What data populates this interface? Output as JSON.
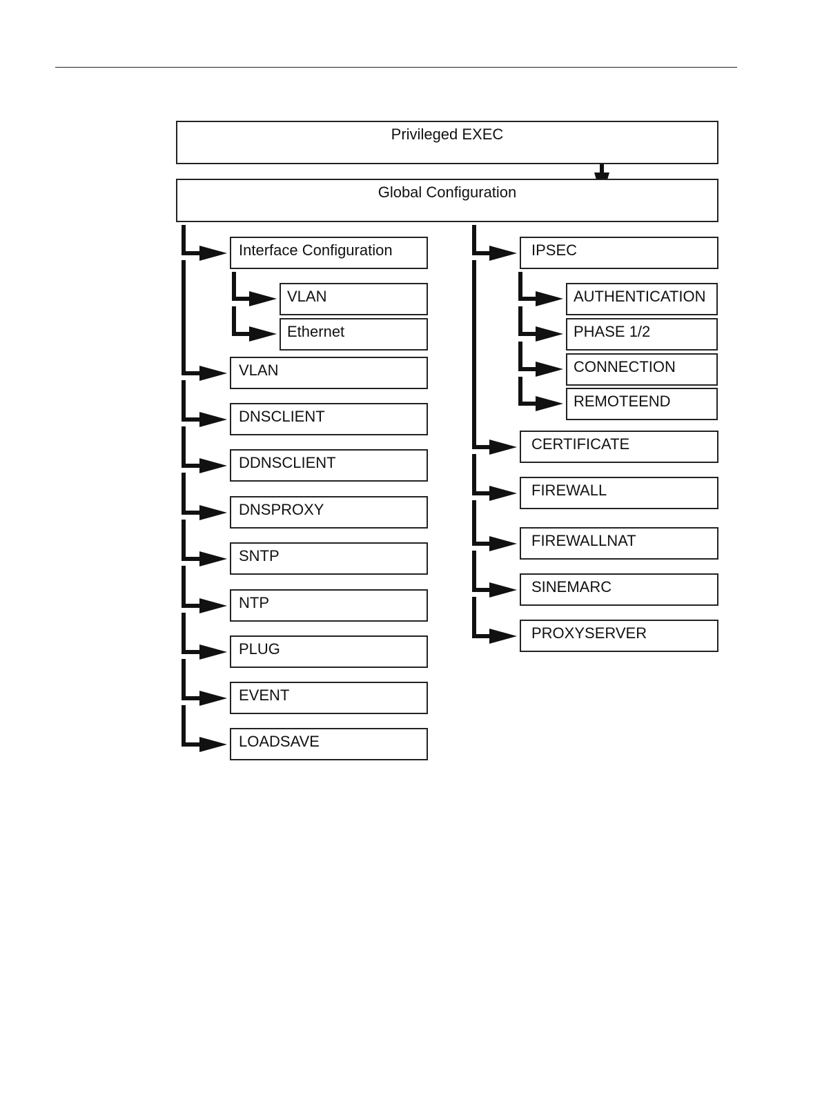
{
  "diagram": {
    "privileged_exec": "Privileged EXEC",
    "global_configuration": "Global Configuration",
    "left_modes": [
      {
        "label": "Interface Configuration",
        "children": [
          "VLAN",
          "Ethernet"
        ]
      },
      {
        "label": "VLAN"
      },
      {
        "label": "DNSCLIENT"
      },
      {
        "label": "DDNSCLIENT"
      },
      {
        "label": "DNSPROXY"
      },
      {
        "label": "SNTP"
      },
      {
        "label": "NTP"
      },
      {
        "label": "PLUG"
      },
      {
        "label": "EVENT"
      },
      {
        "label": "LOADSAVE"
      }
    ],
    "right_modes": [
      {
        "label": "IPSEC",
        "children": [
          "AUTHENTICATION",
          "PHASE 1/2",
          "CONNECTION",
          "REMOTEEND"
        ]
      },
      {
        "label": "CERTIFICATE"
      },
      {
        "label": "FIREWALL"
      },
      {
        "label": "FIREWALLNAT"
      },
      {
        "label": "SINEMARC"
      },
      {
        "label": "PROXYSERVER"
      }
    ]
  },
  "colors": {
    "line": "#111111",
    "box_border": "#222222",
    "background": "#ffffff"
  }
}
